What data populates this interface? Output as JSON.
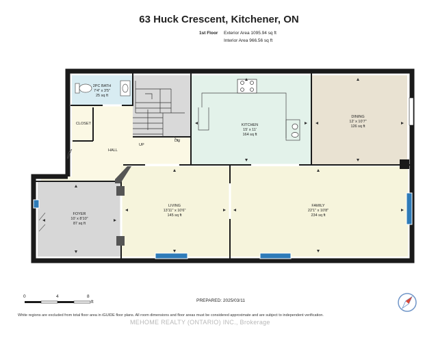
{
  "header": {
    "address": "63 Huck Crescent, Kitchener, ON",
    "floor": "1st Floor",
    "exterior_area": "Exterior Area 1095.94 sq ft",
    "interior_area": "Interior Area 966.56 sq ft"
  },
  "rooms": {
    "bath": {
      "name": "2PC BATH",
      "dims": "7'4\" x 3'5\"",
      "area": "25 sq ft"
    },
    "closet": {
      "name": "CLOSET"
    },
    "hall": {
      "name": "HALL"
    },
    "up": {
      "name": "UP"
    },
    "dn": {
      "name": "DN"
    },
    "kitchen": {
      "name": "KITCHEN",
      "dims": "15' x 11'",
      "area": "164 sq ft"
    },
    "dining": {
      "name": "DINING",
      "dims": "12' x 10'7\"",
      "area": "126 sq ft"
    },
    "foyer": {
      "name": "FOYER",
      "dims": "10' x 8'10\"",
      "area": "87 sq ft"
    },
    "living": {
      "name": "LIVING",
      "dims": "13'11\" x 10'6\"",
      "area": "145 sq ft"
    },
    "family": {
      "name": "FAMILY",
      "dims": "22'1\" x 10'8\"",
      "area": "234 sq ft"
    }
  },
  "scale": {
    "tick0": "0",
    "tick4": "4",
    "tick8": "8",
    "unit": "ft"
  },
  "prepared": "PREPARED: 2025/03/11",
  "footnote": "White regions are excluded from total floor area in iGUIDE floor plans. All room dimensions and floor areas must be considered approximate and are subject to independent verification.",
  "watermark": "MEHOME REALTY (ONTARIO) INC., Brokerage",
  "icons": [
    "compass-icon",
    "toilet-icon",
    "sink-icon",
    "stove-icon",
    "kitchen-sink-icon"
  ],
  "colors": {
    "wall": "#1a1a1a",
    "bath": "#d8ecf2",
    "hall": "#fbf8e4",
    "stairs": "#d9d9d9",
    "kitchen": "#e3f2ea",
    "dining": "#e9e2d2",
    "foyer": "#d7d7d7",
    "living": "#f6f4dc",
    "family": "#f6f4dc",
    "window": "#2e7bb8"
  }
}
